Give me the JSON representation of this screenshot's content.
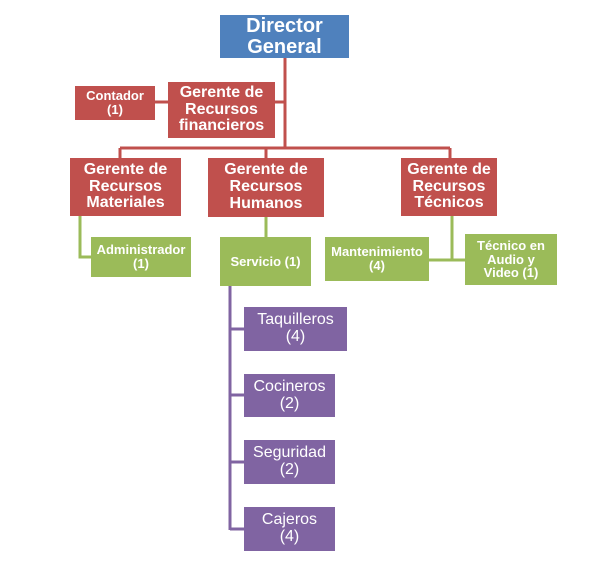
{
  "org_chart": {
    "director": "Director\nGeneral",
    "contador": "Contador\n(1)",
    "gerente_financieros": "Gerente de\nRecursos\nfinancieros",
    "gerente_materiales": "Gerente de\nRecursos\nMateriales",
    "gerente_humanos": "Gerente de\nRecursos\nHumanos",
    "gerente_tecnicos": "Gerente de\nRecursos\nTécnicos",
    "administrador": "Administrador\n(1)",
    "servicio": "Servicio (1)",
    "mantenimiento": "Mantenimiento\n(4)",
    "tecnico_audio": "Técnico en\nAudio y\nVideo (1)",
    "taquilleros": "Taquilleros\n(4)",
    "cocineros": "Cocineros\n(2)",
    "seguridad": "Seguridad\n(2)",
    "cajeros": "Cajeros\n(4)"
  },
  "colors": {
    "director": "#4f81bd",
    "gerentes": "#c0504d",
    "staff": "#9bbb59",
    "servicio_staff": "#8064a2"
  }
}
